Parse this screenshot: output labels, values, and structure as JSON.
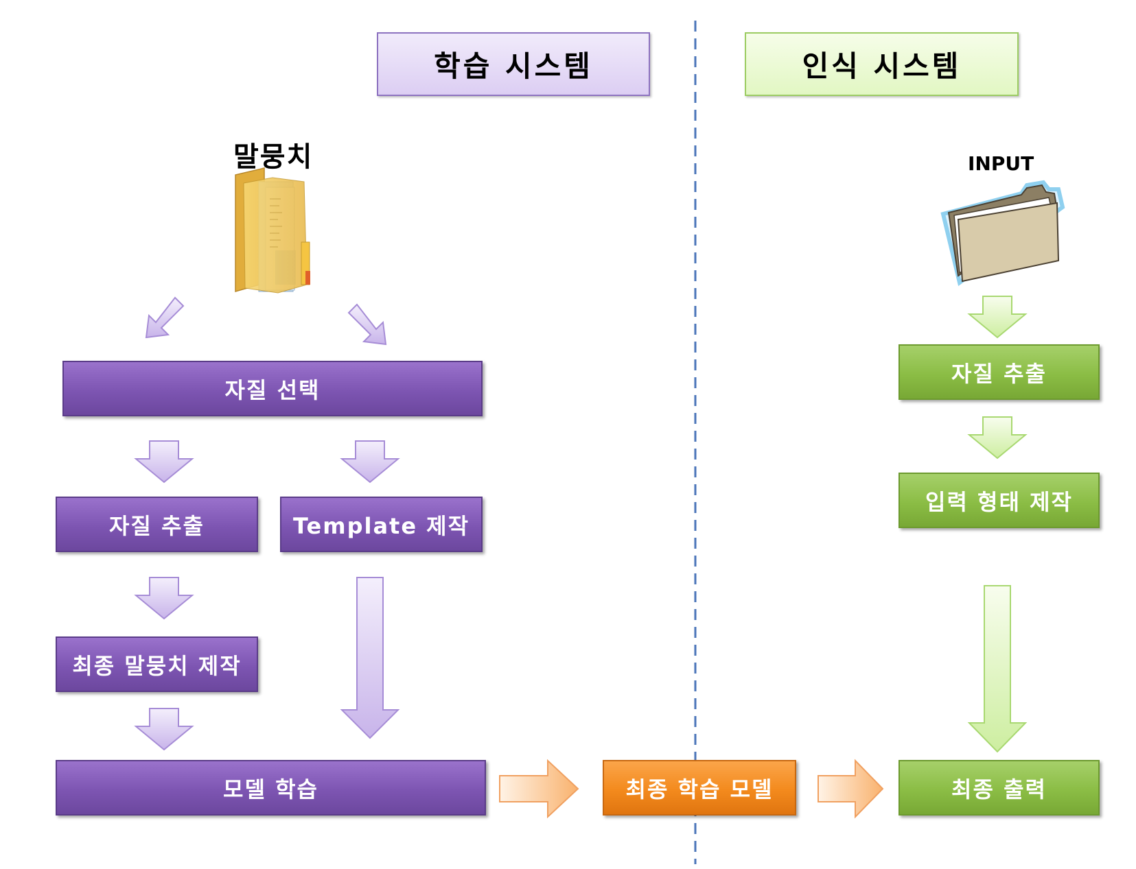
{
  "learning_system": {
    "header": "학습 시스템",
    "corpus_label": "말뭉치",
    "feature_select": "자질 선택",
    "feature_extract": "자질 추출",
    "template_make": "Template 제작",
    "final_corpus": "최종 말뭉치 제작",
    "model_train": "모델 학습"
  },
  "final_model": "최종 학습 모델",
  "recognition_system": {
    "header": "인식 시스템",
    "input_label": "INPUT",
    "feature_extract": "자질 추출",
    "input_format": "입력 형태 제작",
    "final_output": "최종 출력"
  },
  "colors": {
    "purple": "#7d55b2",
    "green": "#8bbd45",
    "orange": "#f38a1d",
    "divider": "#4a74b8"
  },
  "icons": [
    "folder-documents-icon",
    "folder-open-icon"
  ]
}
